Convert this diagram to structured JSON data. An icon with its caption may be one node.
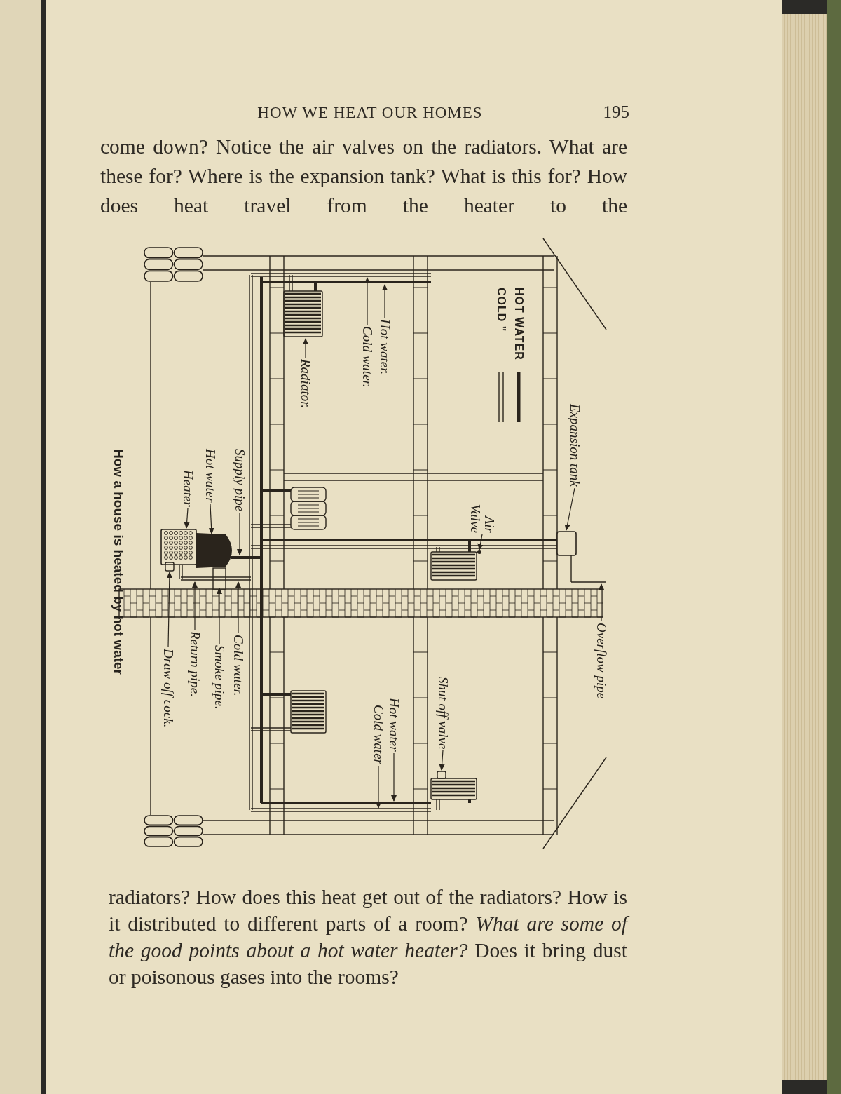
{
  "diagram": {
    "caption": "How a house is heated by hot water",
    "nodes": [
      {
        "text": [
          "Hot water."
        ]
      },
      {
        "text": [
          "Cold water."
        ]
      },
      {
        "text": [
          "Radiator."
        ]
      },
      {
        "text": [
          "Air Valve"
        ]
      },
      {
        "text": [
          "Expansion tank"
        ]
      },
      {
        "text": [
          "Overflow pipe"
        ]
      },
      {
        "text": [
          "Supply pipe"
        ]
      },
      {
        "text": [
          "Hot water"
        ]
      },
      {
        "text": [
          "Heater"
        ]
      },
      {
        "text": [
          "Cold water."
        ]
      },
      {
        "text": [
          "Smoke pipe."
        ]
      },
      {
        "text": [
          "Return pipe."
        ]
      },
      {
        "text": [
          "Draw off cock."
        ]
      },
      {
        "text": [
          "Shut off valve"
        ]
      },
      {
        "text": [
          "Hot water"
        ]
      },
      {
        "text": [
          "Cold water"
        ]
      }
    ],
    "edges": [
      {
        "from": 0,
        "to": null,
        "arrow": "to"
      },
      {
        "from": 1,
        "to": null,
        "arrow": "to"
      },
      {
        "from": 2,
        "to": null,
        "arrow": "to"
      },
      {
        "from": 3,
        "to": null,
        "arrow": "to"
      },
      {
        "from": 4,
        "to": null,
        "arrow": "to"
      },
      {
        "from": 5,
        "to": null,
        "arrow": "to"
      },
      {
        "from": 6,
        "to": null,
        "arrow": "to"
      },
      {
        "from": 7,
        "to": null,
        "arrow": "to"
      },
      {
        "from": 8,
        "to": null,
        "arrow": "to"
      },
      {
        "from": 9,
        "to": null,
        "arrow": "to"
      },
      {
        "from": 10,
        "to": null,
        "arrow": "to"
      },
      {
        "from": 11,
        "to": null,
        "arrow": "to"
      },
      {
        "from": 12,
        "to": null,
        "arrow": "to"
      },
      {
        "from": 13,
        "to": null,
        "arrow": "to"
      },
      {
        "from": 14,
        "to": null,
        "arrow": "to"
      },
      {
        "from": 15,
        "to": null,
        "arrow": "to"
      }
    ],
    "labels": [
      "HOW WE HEAT OUR HOMES",
      "195",
      "come down? Notice the air valves on the radiators. What are these for? Where is the expansion tank? What is this for? How does heat travel from the heater to the",
      "radiators? How does this heat get out of the radiators? How is it distributed to different parts of a room? *What are some of the good points about a hot water heater?* Does it bring dust or poisonous gases into the rooms?"
    ],
    "legend": [
      {
        "text": "HOT WATER"
      },
      {
        "text": "COLD \""
      }
    ]
  }
}
